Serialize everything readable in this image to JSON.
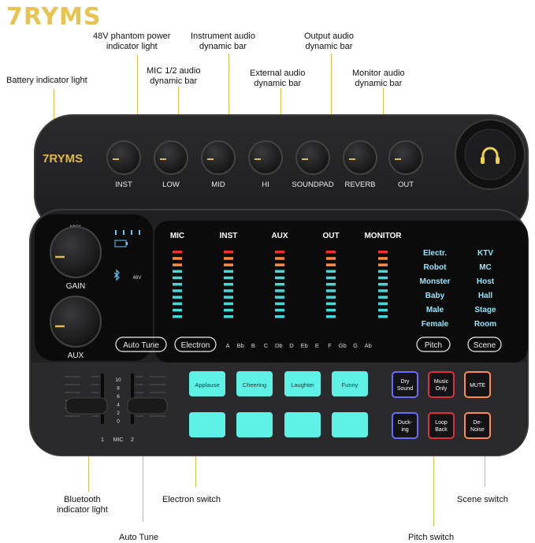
{
  "brand": "7RYMS",
  "device_brand": "7RYMS",
  "callouts": {
    "battery": "Battery indicator light",
    "phantom": [
      "48V phantom power",
      "indicator light"
    ],
    "mic": [
      "MIC 1/2 audio",
      "dynamic bar"
    ],
    "instrument": [
      "Instrument audio",
      "dynamic bar"
    ],
    "external": [
      "External audio",
      "dynamic bar"
    ],
    "output": [
      "Output audio",
      "dynamic bar"
    ],
    "monitor": [
      "Monitor audio",
      "dynamic bar"
    ],
    "bluetooth": [
      "Bluetooth",
      "indicator light"
    ],
    "electron": "Electron switch",
    "scene": "Scene switch",
    "autotune": "Auto Tune",
    "pitch": "Pitch switch"
  },
  "top_knobs": [
    "INST",
    "LOW",
    "MID",
    "HI",
    "SOUNDPAD",
    "REVERB",
    "OUT"
  ],
  "headphone_icon": "headphones-icon",
  "left_panel": {
    "mic_label": "MIC1",
    "gain": "GAIN",
    "aux": "AUX",
    "v48": "48V"
  },
  "meters": [
    "MIC",
    "INST",
    "AUX",
    "OUT",
    "MONITOR"
  ],
  "effects_left": [
    "Electr.",
    "Robot",
    "Monster",
    "Baby",
    "Male",
    "Female"
  ],
  "effects_right": [
    "KTV",
    "MC",
    "Host",
    "Hall",
    "Stage",
    "Room"
  ],
  "buttons": {
    "auto_tune": "Auto Tune",
    "electron": "Electron",
    "pitch": "Pitch",
    "scene": "Scene"
  },
  "keys": [
    "A",
    "Bb",
    "B",
    "C",
    "Db",
    "D",
    "Eb",
    "E",
    "F",
    "Gb",
    "G",
    "Ab"
  ],
  "pads_top": [
    "Applause",
    "Cheering",
    "Laughter",
    "Funny"
  ],
  "func_top": [
    [
      "Dry",
      "Sound"
    ],
    [
      "Music",
      "Only"
    ],
    [
      "MUTE"
    ]
  ],
  "func_bottom": [
    [
      "Duck-",
      "ing"
    ],
    [
      "Loop",
      "Back"
    ],
    [
      "De-",
      "Noise"
    ]
  ],
  "fader_scale": [
    "10",
    "8",
    "6",
    "4",
    "2",
    "0"
  ],
  "fader_labels": {
    "one": "1",
    "mic": "MIC",
    "two": "2"
  },
  "colors": {
    "accent": "#e0b94a",
    "pad": "#5ef2e6",
    "dry": "#6b6cff",
    "red": "#e0303a",
    "orange": "#ff8a4a",
    "effect_text": "#8fe8ff"
  }
}
